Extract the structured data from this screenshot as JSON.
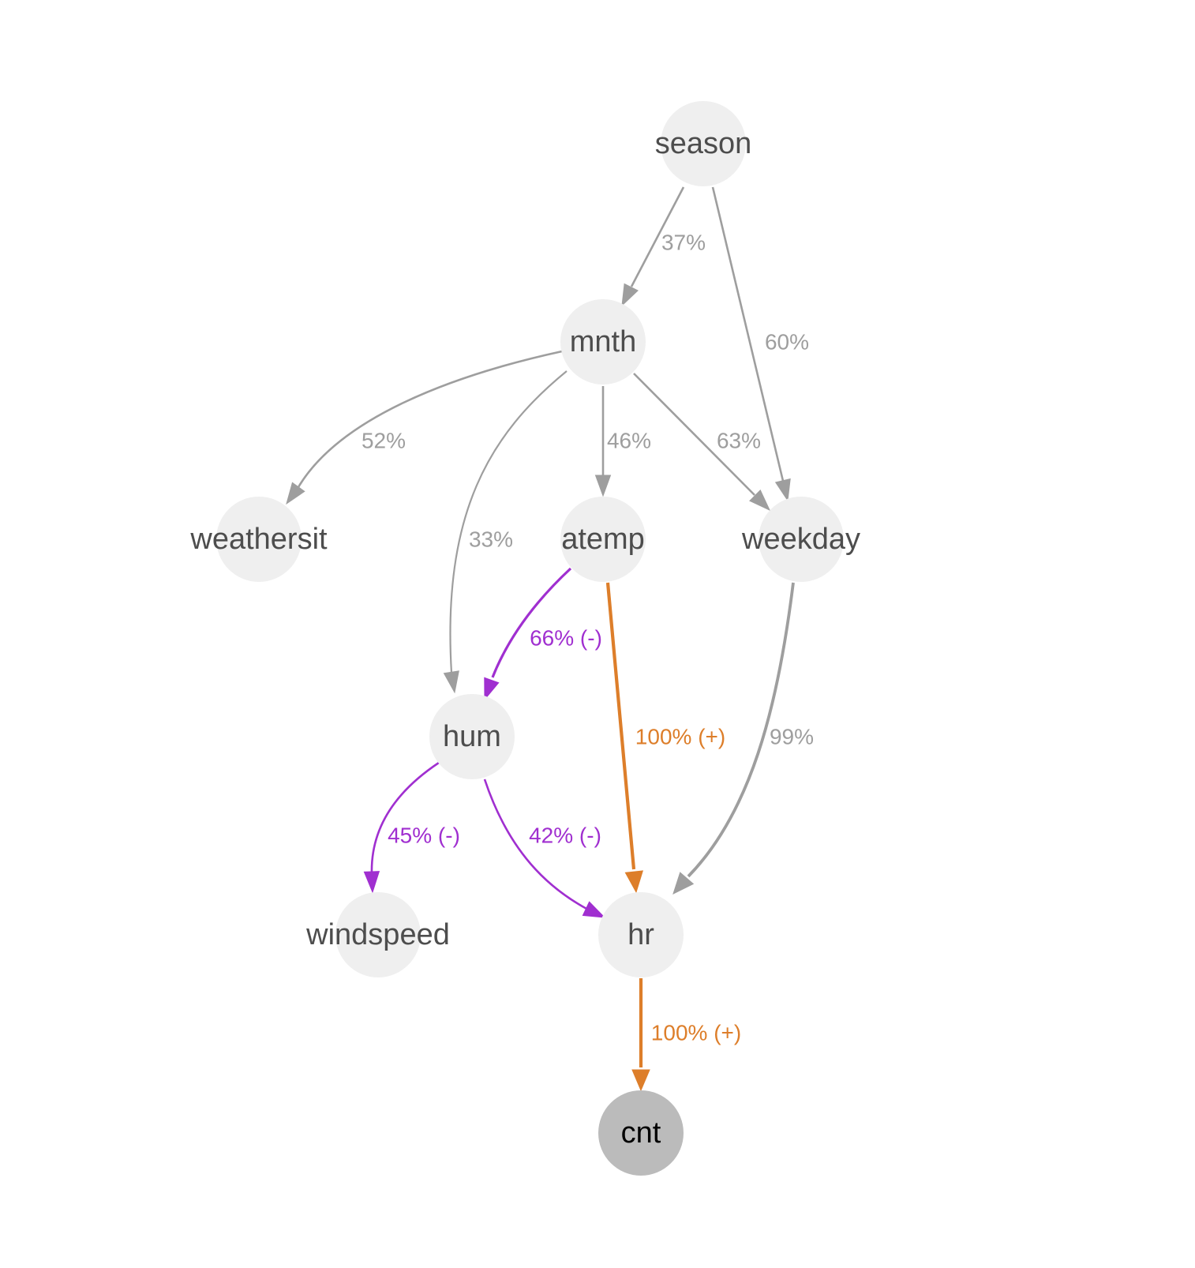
{
  "colors": {
    "node_fill": "#efefef",
    "target_fill": "#bbbbbb",
    "node_text": "#4d4d4d",
    "target_text": "#000000",
    "neutral_edge": "#9e9e9e",
    "negative_edge": "#a02fd0",
    "positive_edge": "#dd7e2a"
  },
  "nodes": [
    {
      "id": "season",
      "label": "season",
      "type": "feature"
    },
    {
      "id": "mnth",
      "label": "mnth",
      "type": "feature"
    },
    {
      "id": "weathersit",
      "label": "weathersit",
      "type": "feature"
    },
    {
      "id": "atemp",
      "label": "atemp",
      "type": "feature"
    },
    {
      "id": "weekday",
      "label": "weekday",
      "type": "feature"
    },
    {
      "id": "hum",
      "label": "hum",
      "type": "feature"
    },
    {
      "id": "windspeed",
      "label": "windspeed",
      "type": "feature"
    },
    {
      "id": "hr",
      "label": "hr",
      "type": "feature"
    },
    {
      "id": "cnt",
      "label": "cnt",
      "type": "target"
    }
  ],
  "edges": [
    {
      "id": "season-mnth",
      "from": "season",
      "to": "mnth",
      "label": "37%",
      "kind": "neutral"
    },
    {
      "id": "season-weekday",
      "from": "season",
      "to": "weekday",
      "label": "60%",
      "kind": "neutral"
    },
    {
      "id": "mnth-weathersit",
      "from": "mnth",
      "to": "weathersit",
      "label": "52%",
      "kind": "neutral"
    },
    {
      "id": "mnth-hum",
      "from": "mnth",
      "to": "hum",
      "label": "33%",
      "kind": "neutral"
    },
    {
      "id": "mnth-atemp",
      "from": "mnth",
      "to": "atemp",
      "label": "46%",
      "kind": "neutral"
    },
    {
      "id": "mnth-weekday",
      "from": "mnth",
      "to": "weekday",
      "label": "63%",
      "kind": "neutral"
    },
    {
      "id": "atemp-hum",
      "from": "atemp",
      "to": "hum",
      "label": "66% (-)",
      "kind": "negative"
    },
    {
      "id": "atemp-hr",
      "from": "atemp",
      "to": "hr",
      "label": "100% (+)",
      "kind": "positive"
    },
    {
      "id": "weekday-hr",
      "from": "weekday",
      "to": "hr",
      "label": "99%",
      "kind": "neutral"
    },
    {
      "id": "hum-windspeed",
      "from": "hum",
      "to": "windspeed",
      "label": "45% (-)",
      "kind": "negative"
    },
    {
      "id": "hum-hr",
      "from": "hum",
      "to": "hr",
      "label": "42% (-)",
      "kind": "negative"
    },
    {
      "id": "hr-cnt",
      "from": "hr",
      "to": "cnt",
      "label": "100% (+)",
      "kind": "positive"
    }
  ]
}
